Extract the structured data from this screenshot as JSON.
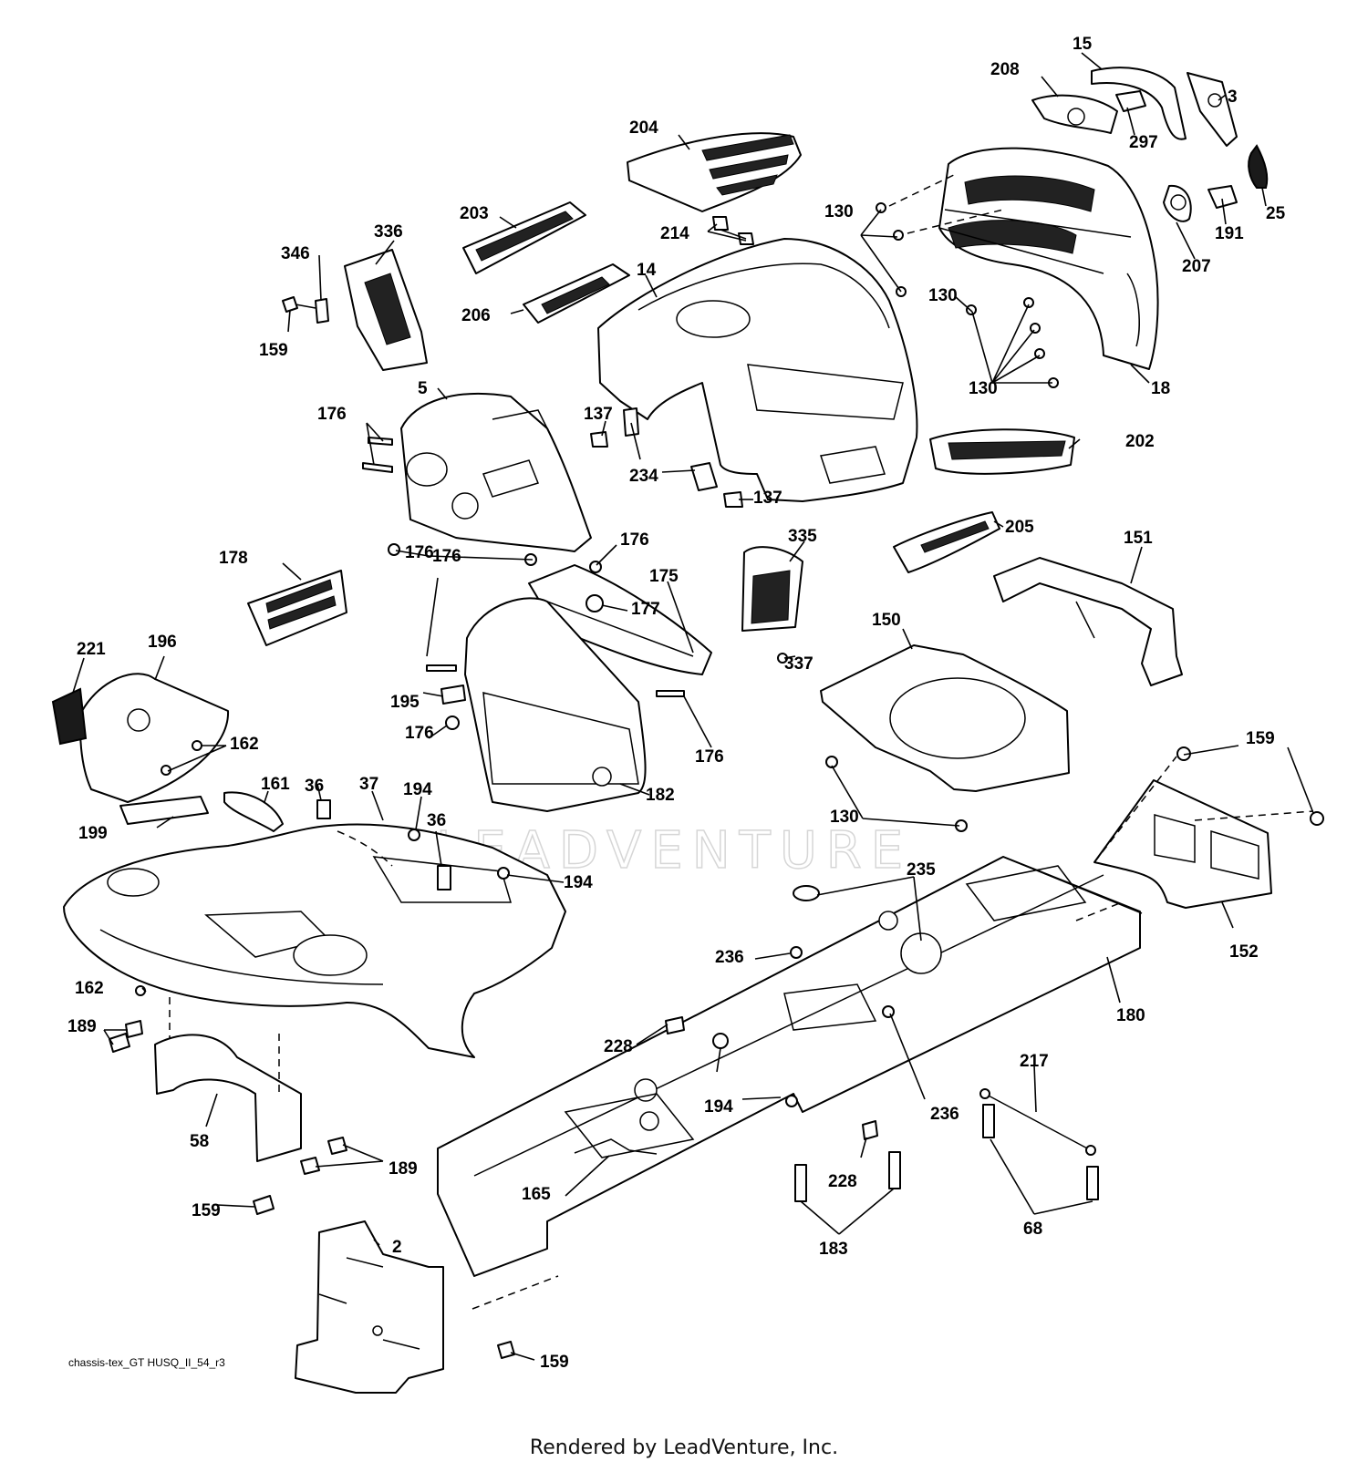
{
  "diagram": {
    "watermark": "LEADVENTURE",
    "drawing_id": "chassis-tex_GT HUSQ_II_54_r3",
    "footer": "Rendered by LeadVenture, Inc.",
    "callouts": [
      "15",
      "208",
      "3",
      "297",
      "25",
      "191",
      "207",
      "204",
      "203",
      "214",
      "130",
      "130",
      "130",
      "336",
      "346",
      "159",
      "206",
      "14",
      "18",
      "5",
      "176",
      "137",
      "234",
      "137",
      "202",
      "176",
      "176",
      "176",
      "178",
      "175",
      "177",
      "335",
      "205",
      "151",
      "150",
      "337",
      "221",
      "196",
      "162",
      "195",
      "176",
      "176",
      "182",
      "130",
      "159",
      "36",
      "37",
      "194",
      "161",
      "199",
      "36",
      "194",
      "235",
      "152",
      "236",
      "162",
      "189",
      "228",
      "180",
      "217",
      "194",
      "236",
      "58",
      "189",
      "228",
      "165",
      "183",
      "68",
      "159",
      "2",
      "159"
    ]
  }
}
